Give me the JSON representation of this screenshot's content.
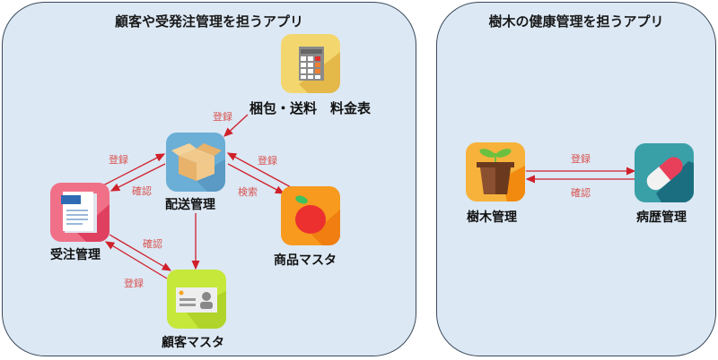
{
  "left_panel": {
    "title": "顧客や受発注管理を担うアプリ",
    "nodes": {
      "shipping": {
        "label": "配送管理",
        "icon": "box-icon",
        "color": "#6baed6"
      },
      "orders": {
        "label": "受注管理",
        "icon": "document-icon",
        "color": "#e85a72"
      },
      "products": {
        "label": "商品マスタ",
        "icon": "apple-icon",
        "color": "#f79a1e"
      },
      "customers": {
        "label": "顧客マスタ",
        "icon": "id-card-icon",
        "color": "#c5e83a"
      },
      "fees": {
        "label": "梱包・送料　料金表",
        "icon": "calculator-icon",
        "color": "#f3d76e"
      }
    },
    "edges": [
      {
        "from": "fees",
        "to": "shipping",
        "label": "登録"
      },
      {
        "from": "orders",
        "to": "shipping",
        "label": "登録"
      },
      {
        "from": "shipping",
        "to": "orders",
        "label": "確認"
      },
      {
        "from": "products",
        "to": "shipping",
        "label": "登録"
      },
      {
        "from": "shipping",
        "to": "products",
        "label": "検索"
      },
      {
        "from": "shipping",
        "to": "customers",
        "label": ""
      },
      {
        "from": "orders",
        "to": "customers",
        "label": "確認"
      },
      {
        "from": "customers",
        "to": "orders",
        "label": "登録"
      }
    ]
  },
  "right_panel": {
    "title": "樹木の健康管理を担うアプリ",
    "nodes": {
      "trees": {
        "label": "樹木管理",
        "icon": "plant-pot-icon",
        "color": "#f7b23b"
      },
      "history": {
        "label": "病歴管理",
        "icon": "capsule-icon",
        "color": "#3aa0a8"
      }
    },
    "edges": [
      {
        "from": "trees",
        "to": "history",
        "label": "登録"
      },
      {
        "from": "history",
        "to": "trees",
        "label": "確認"
      }
    ]
  },
  "colors": {
    "arrow": "#d0202a",
    "edge_label": "#d9534f",
    "panel_bg": "#dce8f4"
  }
}
